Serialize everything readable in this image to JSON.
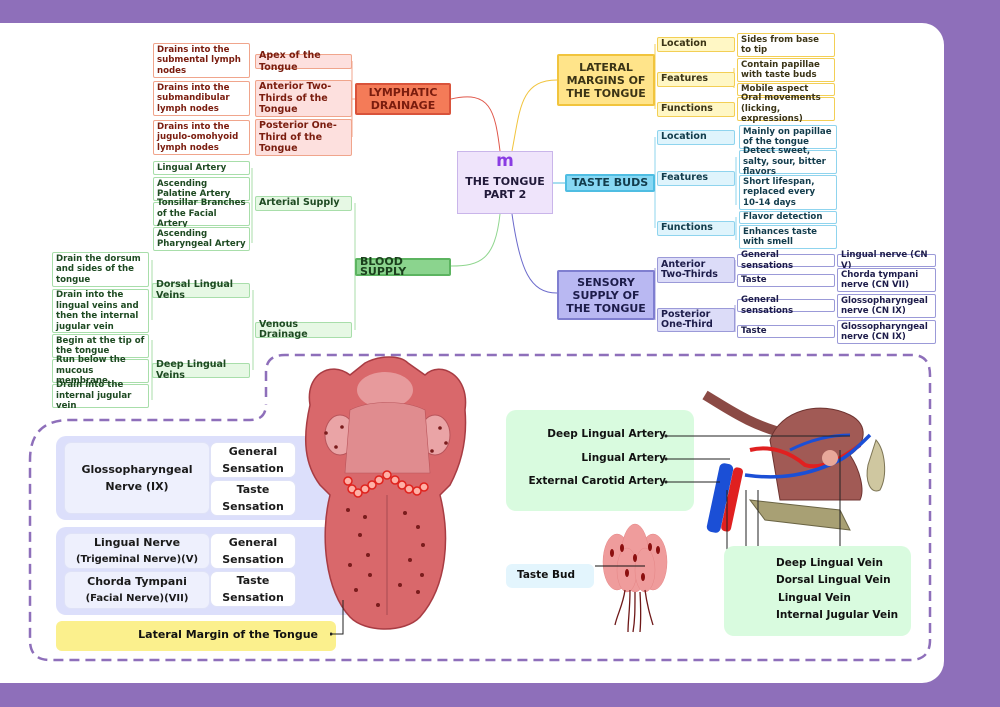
{
  "title": "THE TONGUE PART 2",
  "logo_icon": "m-stethoscope-logo",
  "colors": {
    "background": "#8e6fba",
    "lymphatic": "#f47b58",
    "blood": "#8bd48e",
    "lateral": "#ffe48a",
    "taste": "#87d8f4",
    "sensory": "#b9b8f2",
    "center": "#efe4fb"
  },
  "lymphatic": {
    "label": "LYMPHATIC DRAINAGE",
    "branches": [
      {
        "label": "Apex of the Tongue",
        "detail": "Drains into the submental lymph nodes"
      },
      {
        "label": "Anterior Two-Thirds of the Tongue",
        "detail": "Drains into the submandibular lymph nodes"
      },
      {
        "label": "Posterior One-Third of the Tongue",
        "detail": "Drains into the jugulo-omohyoid lymph nodes"
      }
    ]
  },
  "blood": {
    "label": "BLOOD SUPPLY",
    "arterial": {
      "label": "Arterial Supply",
      "items": [
        "Lingual Artery",
        "Ascending Palatine Artery",
        "Tonsillar Branches of the Facial Artery",
        "Ascending Pharyngeal Artery"
      ]
    },
    "venous": {
      "label": "Venous Drainage",
      "dorsal": {
        "label": "Dorsal Lingual Veins",
        "items": [
          "Drain the dorsum and sides of the tongue",
          "Drain into the lingual veins and then the internal jugular vein"
        ]
      },
      "deep": {
        "label": "Deep Lingual Veins",
        "items": [
          "Begin at the tip of the tongue",
          "Run below the mucous membrane",
          "Drain into the internal jugular vein"
        ]
      }
    }
  },
  "lateral": {
    "label": "LATERAL MARGINS OF THE TONGUE",
    "location": {
      "label": "Location",
      "items": [
        "Sides from base to tip"
      ]
    },
    "features": {
      "label": "Features",
      "items": [
        "Contain papillae with taste buds",
        "Mobile aspect"
      ]
    },
    "functions": {
      "label": "Functions",
      "items": [
        "Oral movements (licking, expressions)"
      ]
    }
  },
  "taste": {
    "label": "TASTE BUDS",
    "location": {
      "label": "Location",
      "items": [
        "Mainly on papillae of the tongue"
      ]
    },
    "features": {
      "label": "Features",
      "items": [
        "Detect sweet, salty, sour, bitter flavors",
        "Short lifespan, replaced every 10-14 days"
      ]
    },
    "functions": {
      "label": "Functions",
      "items": [
        "Flavor detection",
        "Enhances taste with smell"
      ]
    }
  },
  "sensory": {
    "label": "SENSORY SUPPLY OF THE TONGUE",
    "anterior": {
      "label": "Anterior Two-Thirds",
      "rows": [
        {
          "type": "General sensations",
          "nerve": "Lingual nerve (CN V)"
        },
        {
          "type": "Taste",
          "nerve": "Chorda tympani nerve (CN VII)"
        }
      ]
    },
    "posterior": {
      "label": "Posterior One-Third",
      "rows": [
        {
          "type": "General sensations",
          "nerve": "Glossopharyngeal nerve (CN IX)"
        },
        {
          "type": "Taste",
          "nerve": "Glossopharyngeal nerve (CN IX)"
        }
      ]
    }
  },
  "nerve_table": {
    "group1": {
      "nerve": [
        "Glossopharyngeal",
        "Nerve (IX)"
      ],
      "cells": [
        [
          "General",
          "Sensation"
        ],
        [
          "Taste",
          "Sensation"
        ]
      ]
    },
    "group2": [
      {
        "nerve": [
          "Lingual Nerve",
          "(Trigeminal Nerve)(V)"
        ],
        "cell": [
          "General",
          "Sensation"
        ]
      },
      {
        "nerve": [
          "Chorda Tympani",
          "(Facial Nerve)(VII)"
        ],
        "cell": [
          "Taste",
          "Sensation"
        ]
      }
    ],
    "lateral_label": "Lateral Margin of the Tongue"
  },
  "arteries": [
    "Deep Lingual Artery",
    "Lingual Artery",
    "External Carotid Artery"
  ],
  "taste_bud_label": "Taste Bud",
  "veins": [
    "Deep Lingual Vein",
    "Dorsal Lingual Vein",
    "Lingual Vein",
    "Internal Jugular Vein"
  ]
}
